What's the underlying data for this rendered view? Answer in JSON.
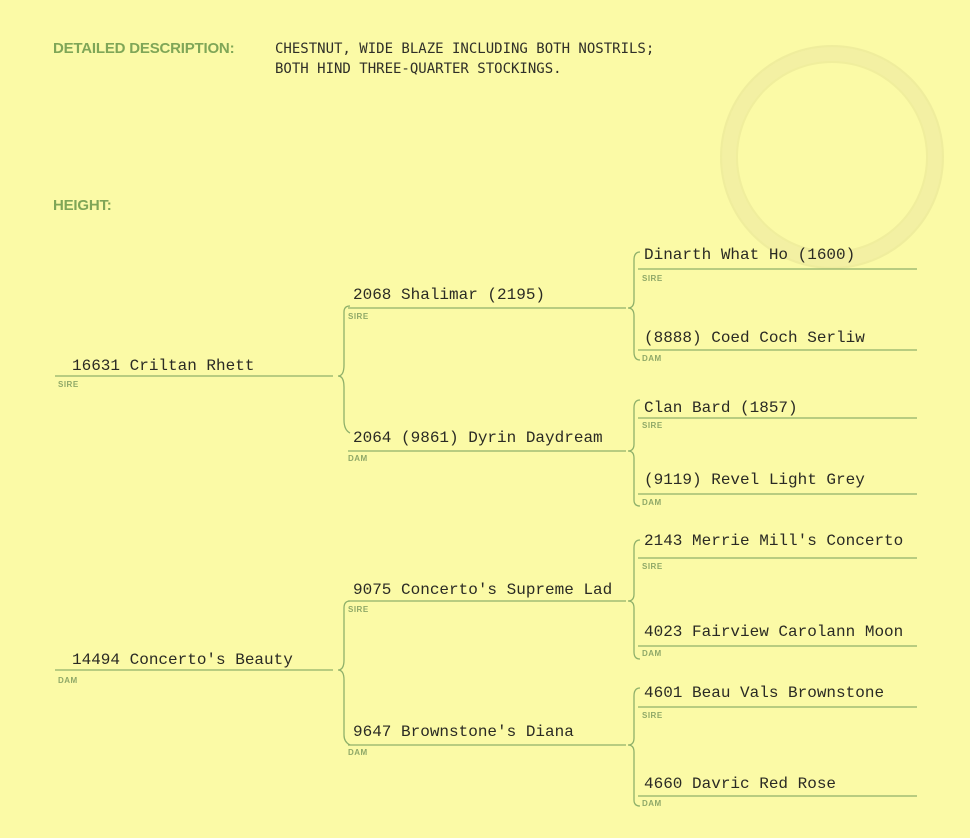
{
  "header": {
    "detailed_description_label": "DETAILED DESCRIPTION:",
    "description_line1": "CHESTNUT, WIDE BLAZE INCLUDING BOTH NOSTRILS;",
    "description_line2": "BOTH HIND THREE-QUARTER STOCKINGS.",
    "height_label": "HEIGHT:"
  },
  "tags": {
    "sire": "SIRE",
    "dam": "DAM"
  },
  "pedigree": {
    "sire": "16631 Criltan Rhett",
    "sire_sire": "2068 Shalimar (2195)",
    "sire_sire_sire": "Dinarth What Ho (1600)",
    "sire_sire_dam": "(8888) Coed Coch Serliw",
    "sire_dam": "2064 (9861) Dyrin Daydream",
    "sire_dam_sire": "Clan Bard (1857)",
    "sire_dam_dam": "(9119) Revel Light Grey",
    "dam": "14494 Concerto's Beauty",
    "dam_sire": "9075 Concerto's Supreme Lad",
    "dam_sire_sire": "2143 Merrie Mill's Concerto",
    "dam_sire_dam": "4023 Fairview Carolann Moon",
    "dam_dam": "9647 Brownstone's Diana",
    "dam_dam_sire": "4601 Beau Vals Brownstone",
    "dam_dam_dam": "4660 Davric Red Rose"
  }
}
